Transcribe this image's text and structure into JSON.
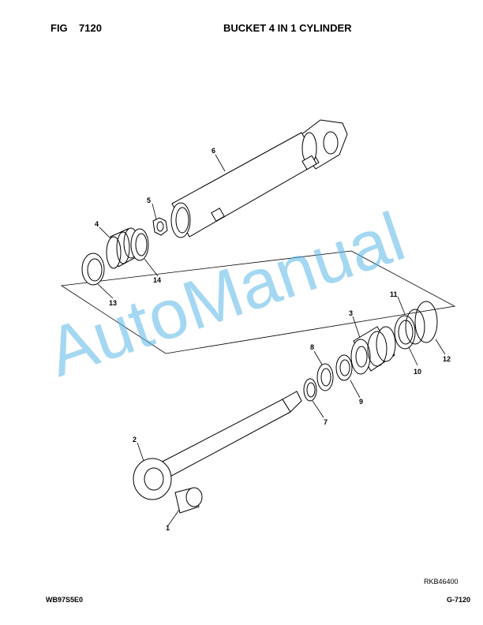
{
  "header": {
    "fig_label": "FIG",
    "fig_number": "7120",
    "title": "BUCKET 4 IN 1 CYLINDER"
  },
  "callouts": {
    "c1": "1",
    "c2": "2",
    "c3": "3",
    "c4": "4",
    "c5": "5",
    "c6": "6",
    "c7": "7",
    "c8": "8",
    "c9": "9",
    "c10": "10",
    "c11": "11",
    "c12": "12",
    "c13": "13",
    "c14": "14"
  },
  "watermark": "AutoManual",
  "footer": {
    "ref_code": "RKB46400",
    "doc_code": "WB97S5E0",
    "page_code": "G-7120"
  },
  "colors": {
    "watermark": "#5ab8e6"
  }
}
